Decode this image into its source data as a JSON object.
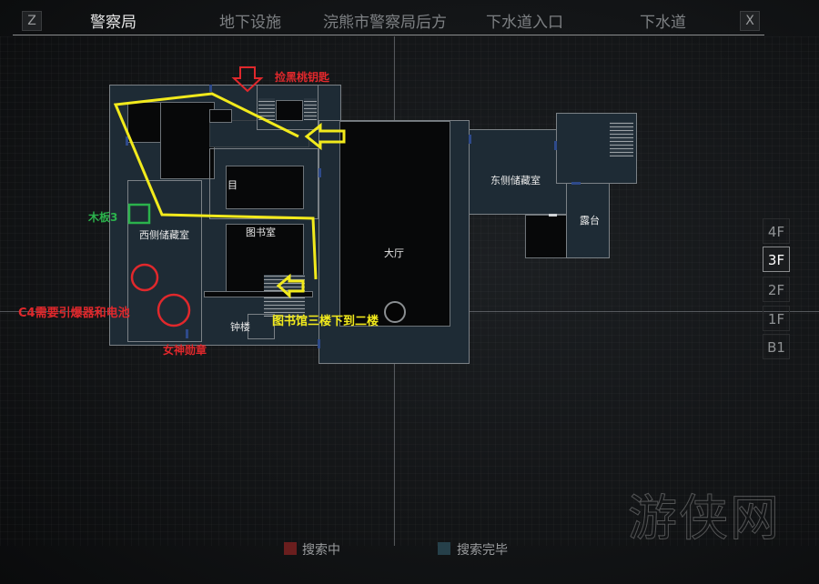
{
  "topbar": {
    "left_key": "Z",
    "right_key": "X",
    "tabs": [
      {
        "label": "警察局",
        "active": true
      },
      {
        "label": "地下设施",
        "active": false
      },
      {
        "label": "浣熊市警察局后方",
        "active": false
      },
      {
        "label": "下水道入口",
        "active": false
      },
      {
        "label": "下水道",
        "active": false
      }
    ]
  },
  "map": {
    "rooms": {
      "west_storage": "西侧储藏室",
      "library": "图书室",
      "main_hall": "大厅",
      "east_storage": "东侧储藏室",
      "terrace": "露台",
      "clock_tower": "钟楼",
      "ladder_icon": "目"
    },
    "annotations": {
      "pick_key": "捡黑桃钥匙",
      "wood_board": "木板3",
      "c4_note": "C4需要引爆器和电池",
      "goddess_medal": "女神勋章",
      "library_down": "图书馆三楼下到二楼"
    },
    "colors": {
      "route": "#f2ea1c",
      "marker_red": "#e0282c",
      "marker_green": "#2bb24c",
      "room_fill": "#1e2b35",
      "door": "#2e4a8a"
    }
  },
  "floors": [
    {
      "label": "4F",
      "active": false
    },
    {
      "label": "3F",
      "active": true
    },
    {
      "label": "2F",
      "active": false
    },
    {
      "label": "1F",
      "active": false
    },
    {
      "label": "B1",
      "active": false
    }
  ],
  "legend": {
    "searching": {
      "label": "搜索中",
      "color": "#6a1e1e"
    },
    "searched": {
      "label": "搜索完毕",
      "color": "#26404a"
    }
  },
  "watermark": "游侠网"
}
